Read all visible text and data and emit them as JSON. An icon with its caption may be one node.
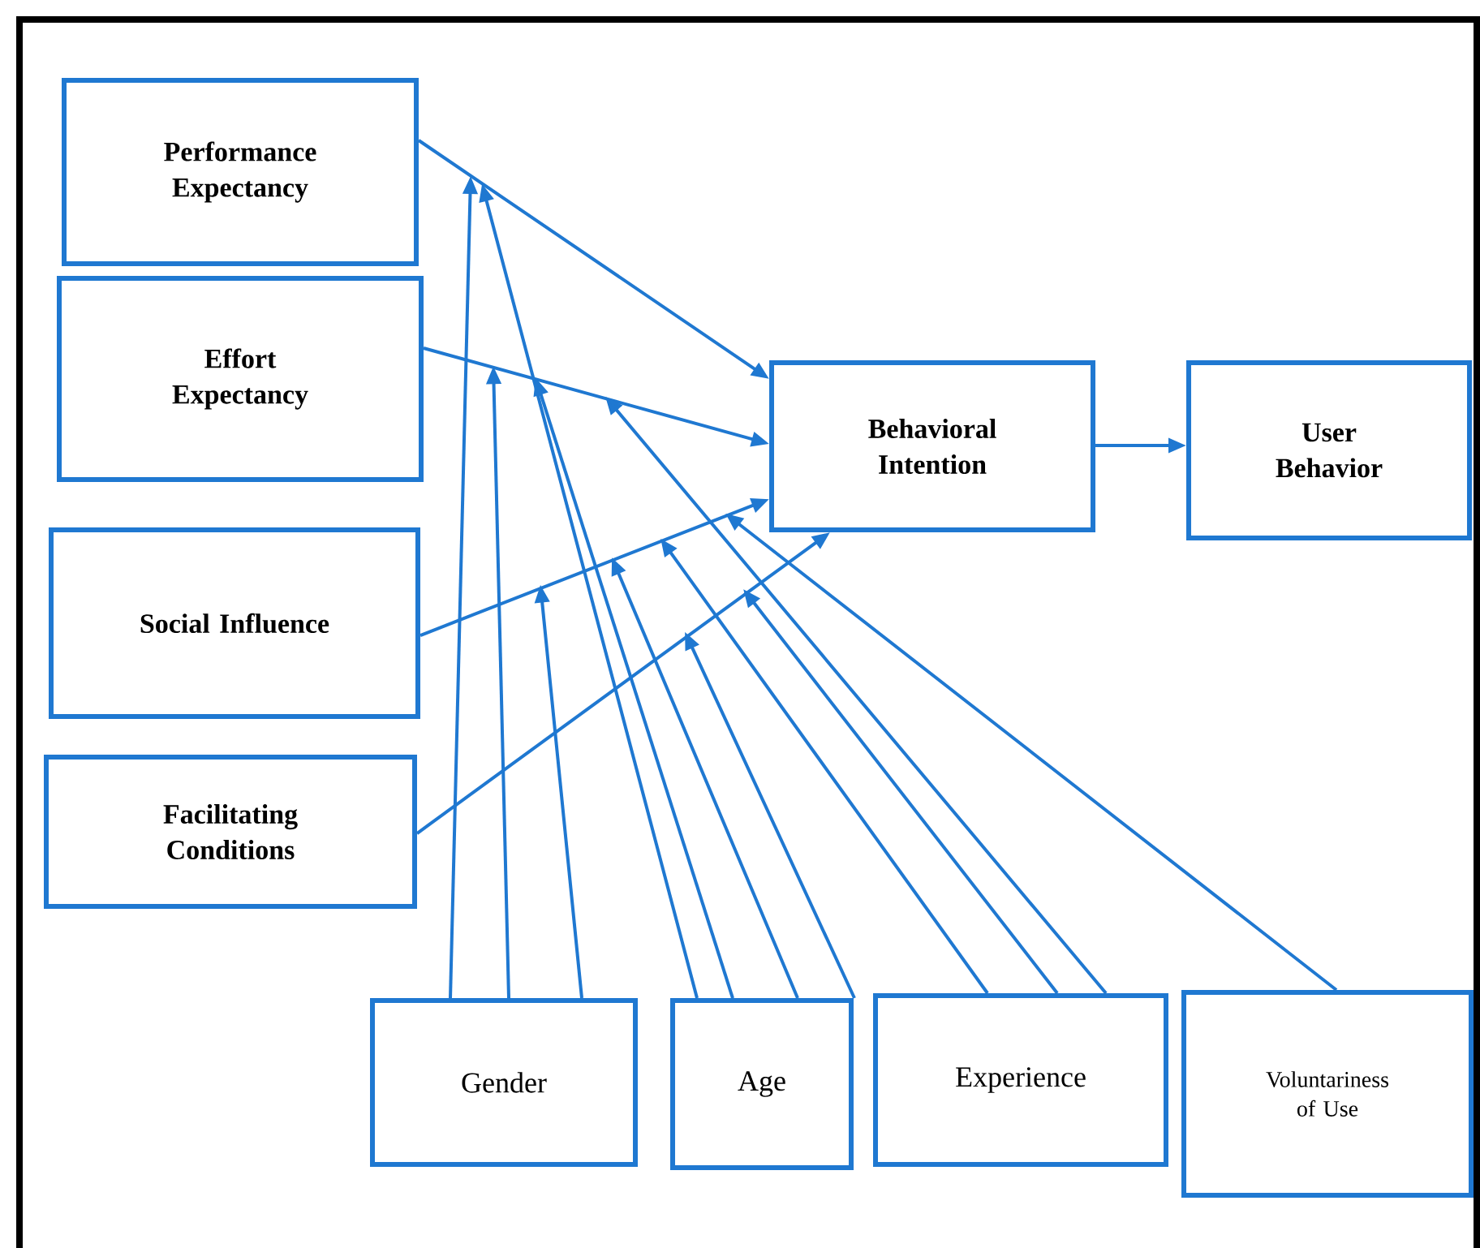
{
  "diagram": {
    "nodes": [
      {
        "text": [
          "Performance Expectancy"
        ]
      },
      {
        "text": [
          "Effort Expectancy"
        ]
      },
      {
        "text": [
          "Social Influence"
        ]
      },
      {
        "text": [
          "Facilitating Conditions"
        ]
      },
      {
        "text": [
          "Behavioral Intention"
        ]
      },
      {
        "text": [
          "User Behavior"
        ]
      },
      {
        "text": [
          "Gender"
        ]
      },
      {
        "text": [
          "Age"
        ]
      },
      {
        "text": [
          "Experience"
        ]
      },
      {
        "text": [
          "Voluntariness of Use"
        ]
      }
    ],
    "edges": [
      {
        "from": 0,
        "to": 4,
        "arrow": "to"
      },
      {
        "from": 1,
        "to": 4,
        "arrow": "to"
      },
      {
        "from": 2,
        "to": 4,
        "arrow": "to"
      },
      {
        "from": 3,
        "to": 4,
        "arrow": "to"
      },
      {
        "from": 4,
        "to": 5,
        "arrow": "to"
      },
      {
        "from": 6,
        "to": null,
        "arrow": "to"
      },
      {
        "from": 6,
        "to": null,
        "arrow": "to"
      },
      {
        "from": 6,
        "to": null,
        "arrow": "to"
      },
      {
        "from": 7,
        "to": null,
        "arrow": "to"
      },
      {
        "from": 7,
        "to": null,
        "arrow": "to"
      },
      {
        "from": 7,
        "to": null,
        "arrow": "to"
      },
      {
        "from": 7,
        "to": null,
        "arrow": "to"
      },
      {
        "from": 8,
        "to": null,
        "arrow": "to"
      },
      {
        "from": 8,
        "to": null,
        "arrow": "to"
      },
      {
        "from": 8,
        "to": null,
        "arrow": "to"
      },
      {
        "from": 9,
        "to": null,
        "arrow": "to"
      }
    ]
  }
}
